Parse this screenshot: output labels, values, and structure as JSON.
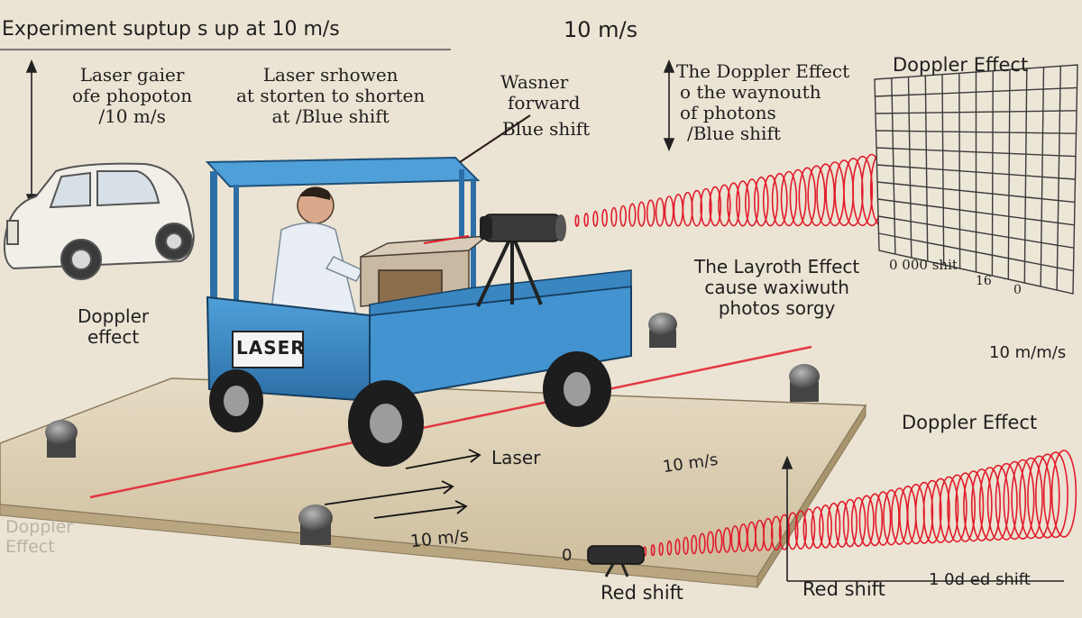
{
  "header": {
    "setup_text": "Experiment suptup   s      up at 10 m/s",
    "speed_text": "10 m/s"
  },
  "notes": {
    "laser_gaier": [
      "Laser gaier",
      "ofe phopoton",
      "/10 m/s"
    ],
    "laser_shorten": [
      "Laser    srhowen",
      "at  storten to shorten",
      "at   /Blue shift"
    ],
    "washer": [
      "Wasner",
      "forward",
      "Blue shift"
    ],
    "doppler_way": [
      "The Doppler Effect",
      "o  the waynouth",
      "of photons",
      "/Blue shift"
    ],
    "doppler_top_right": "Doppler Effect",
    "grid_readout": [
      "0  000  shit",
      "16",
      "0"
    ],
    "layroth": [
      "The Layroth Effect",
      "cause waxiwuth",
      "photos  sorgy"
    ],
    "speed_right": "10 m/m/s",
    "doppler_left": [
      "Doppler",
      "effect"
    ],
    "doppler_right": "Doppler Effect",
    "laser_under": "Laser",
    "speed_platform": "10 m/s",
    "speed_front": "10 m/s",
    "doppler_faded": [
      "Doppler",
      "Effect"
    ],
    "zero_left": "0",
    "red_shift_1": "Red shift",
    "red_shift_2": "Red shift",
    "red_shift_3": "1 0d ed shift",
    "cart_sign": "LASER"
  },
  "colors": {
    "background": "#ebe4d4",
    "cart_blue": "#3e8dc9",
    "laser_red": "#e21c2c",
    "platform": "#ddcfb3"
  }
}
